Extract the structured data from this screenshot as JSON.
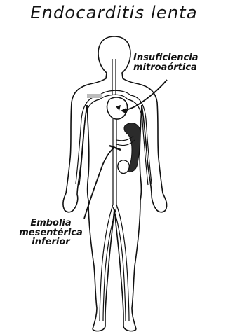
{
  "title": "Endocarditis lenta",
  "labels": {
    "valve": [
      "Insuficiencia",
      "mitroaórtica"
    ],
    "embolism": [
      "Embolia",
      "mesentérica",
      "inferior"
    ]
  },
  "colors": {
    "ink": "#111111",
    "vessel_fill": "#bdbdbd",
    "organ_fill": "#2b2b2b"
  }
}
